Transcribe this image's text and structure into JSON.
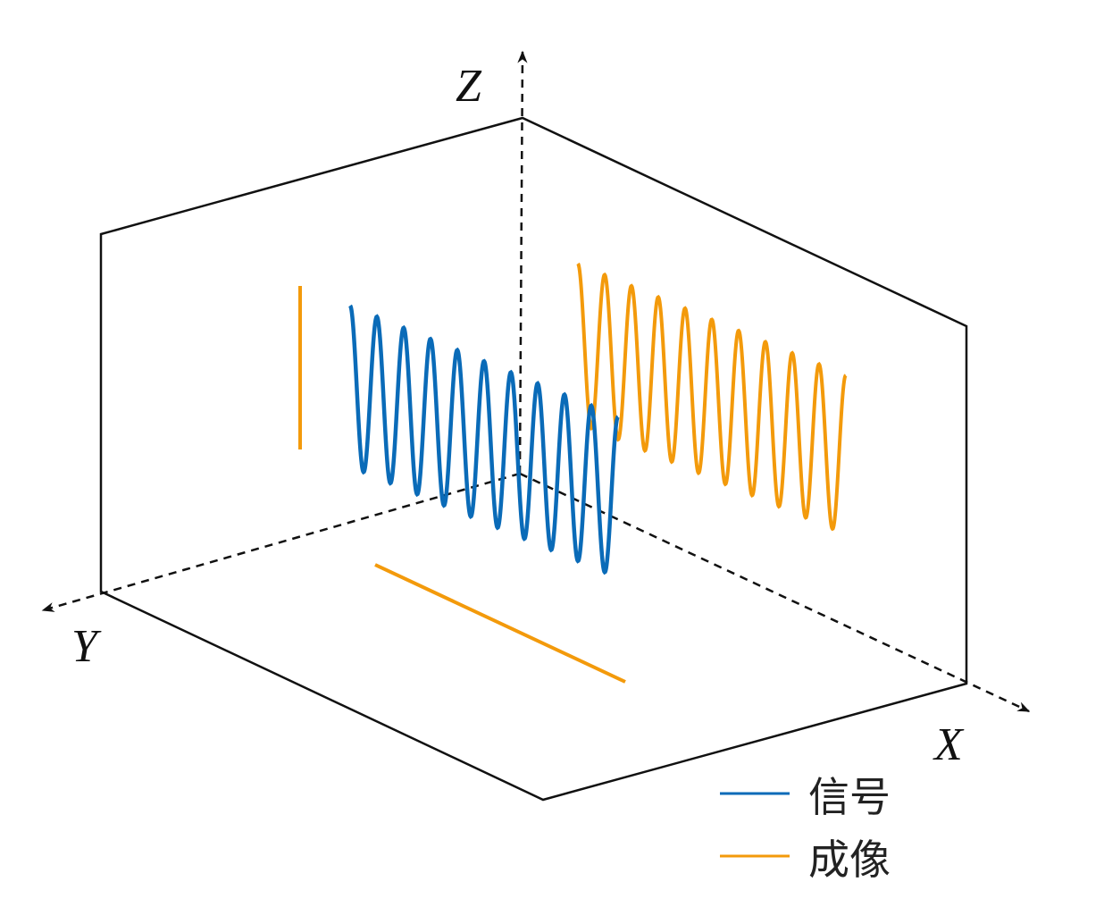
{
  "chart_data": {
    "type": "line",
    "title": "",
    "axes": {
      "x_label": "X",
      "y_label": "Y",
      "z_label": "Z"
    },
    "colors": {
      "signal": "#0a6bb8",
      "imaging": "#f39a0b",
      "frame": "#111111"
    },
    "series": [
      {
        "name": "信号",
        "kind": "3d-sinusoid",
        "cycles": 10,
        "color": "#0a6bb8"
      },
      {
        "name": "成像",
        "kind": "projection-xz-sinusoid",
        "cycles": 10,
        "color": "#f39a0b"
      },
      {
        "name": "成像",
        "kind": "projection-yz-line",
        "color": "#f39a0b"
      },
      {
        "name": "成像",
        "kind": "projection-xy-line",
        "color": "#f39a0b"
      }
    ],
    "legend": {
      "position": "bottom-right",
      "entries": [
        "信号",
        "成像"
      ]
    }
  }
}
